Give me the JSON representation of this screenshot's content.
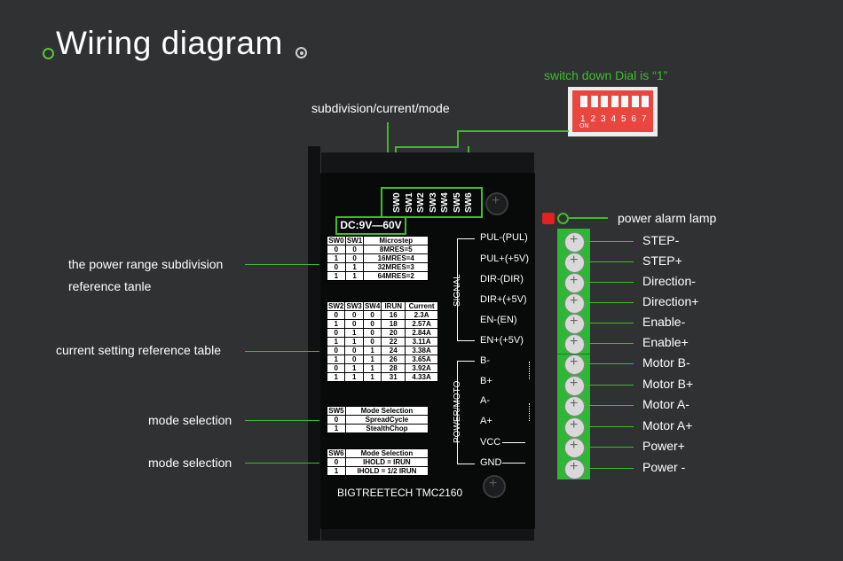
{
  "title": "Wiring diagram",
  "callouts": {
    "subdivision": "subdivision/current/mode",
    "dial": "switch down Dial is “1”",
    "power_alarm": "power alarm lamp",
    "power_range_1": "the power range subdivision",
    "power_range_2": "reference tanle",
    "current_table": "current setting reference table",
    "mode1": "mode selection",
    "mode2": "mode selection"
  },
  "dip_numbers": [
    "1",
    "2",
    "3",
    "4",
    "5",
    "6",
    "7"
  ],
  "dip_on": "ON",
  "switch_labels": [
    "SW0",
    "SW1",
    "SW2",
    "SW3",
    "SW4",
    "SW5",
    "SW6"
  ],
  "voltage": "DC:9V—60V",
  "microstep_table": {
    "headers": [
      "SW0",
      "SW1",
      "Microstep"
    ],
    "rows": [
      [
        "0",
        "0",
        "8MRES=5"
      ],
      [
        "1",
        "0",
        "16MRES=4"
      ],
      [
        "0",
        "1",
        "32MRES=3"
      ],
      [
        "1",
        "1",
        "64MRES=2"
      ]
    ]
  },
  "current_table": {
    "headers": [
      "SW2",
      "SW3",
      "SW4",
      "IRUN",
      "Current"
    ],
    "rows": [
      [
        "0",
        "0",
        "0",
        "16",
        "2.3A"
      ],
      [
        "1",
        "0",
        "0",
        "18",
        "2.57A"
      ],
      [
        "0",
        "1",
        "0",
        "20",
        "2.84A"
      ],
      [
        "1",
        "1",
        "0",
        "22",
        "3.11A"
      ],
      [
        "0",
        "0",
        "1",
        "24",
        "3.38A"
      ],
      [
        "1",
        "0",
        "1",
        "26",
        "3.65A"
      ],
      [
        "0",
        "1",
        "1",
        "28",
        "3.92A"
      ],
      [
        "1",
        "1",
        "1",
        "31",
        "4.33A"
      ]
    ]
  },
  "sw5_table": {
    "headers": [
      "SW5",
      "Mode Selection"
    ],
    "rows": [
      [
        "0",
        "SpreadCycle"
      ],
      [
        "1",
        "StealthChop"
      ]
    ]
  },
  "sw6_table": {
    "headers": [
      "SW6",
      "Mode Selection"
    ],
    "rows": [
      [
        "0",
        "IHOLD = IRUN"
      ],
      [
        "1",
        "IHOLD = 1/2 IRUN"
      ]
    ]
  },
  "brand": "BIGTREETECH TMC2160",
  "group_signal": "SIGNAL",
  "group_power": "POWER/MOTO",
  "terminal_labels": [
    "PUL-(PUL)",
    "PUL+(+5V)",
    "DIR-(DIR)",
    "DIR+(+5V)",
    "EN-(EN)",
    "EN+(+5V)",
    "B-",
    "B+",
    "A-",
    "A+",
    "VCC",
    "GND"
  ],
  "wire_labels": [
    "STEP-",
    "STEP+",
    "Direction-",
    "Direction+",
    "Enable-",
    "Enable+",
    "Motor B-",
    "Motor B+",
    "Motor A-",
    "Motor A+",
    "Power+",
    "Power -"
  ],
  "colors": {
    "accent": "#46b82c",
    "background": "#2f3133",
    "terminal_block": "#2eb737",
    "alarm": "#e52020",
    "dip": "#e8463f"
  }
}
